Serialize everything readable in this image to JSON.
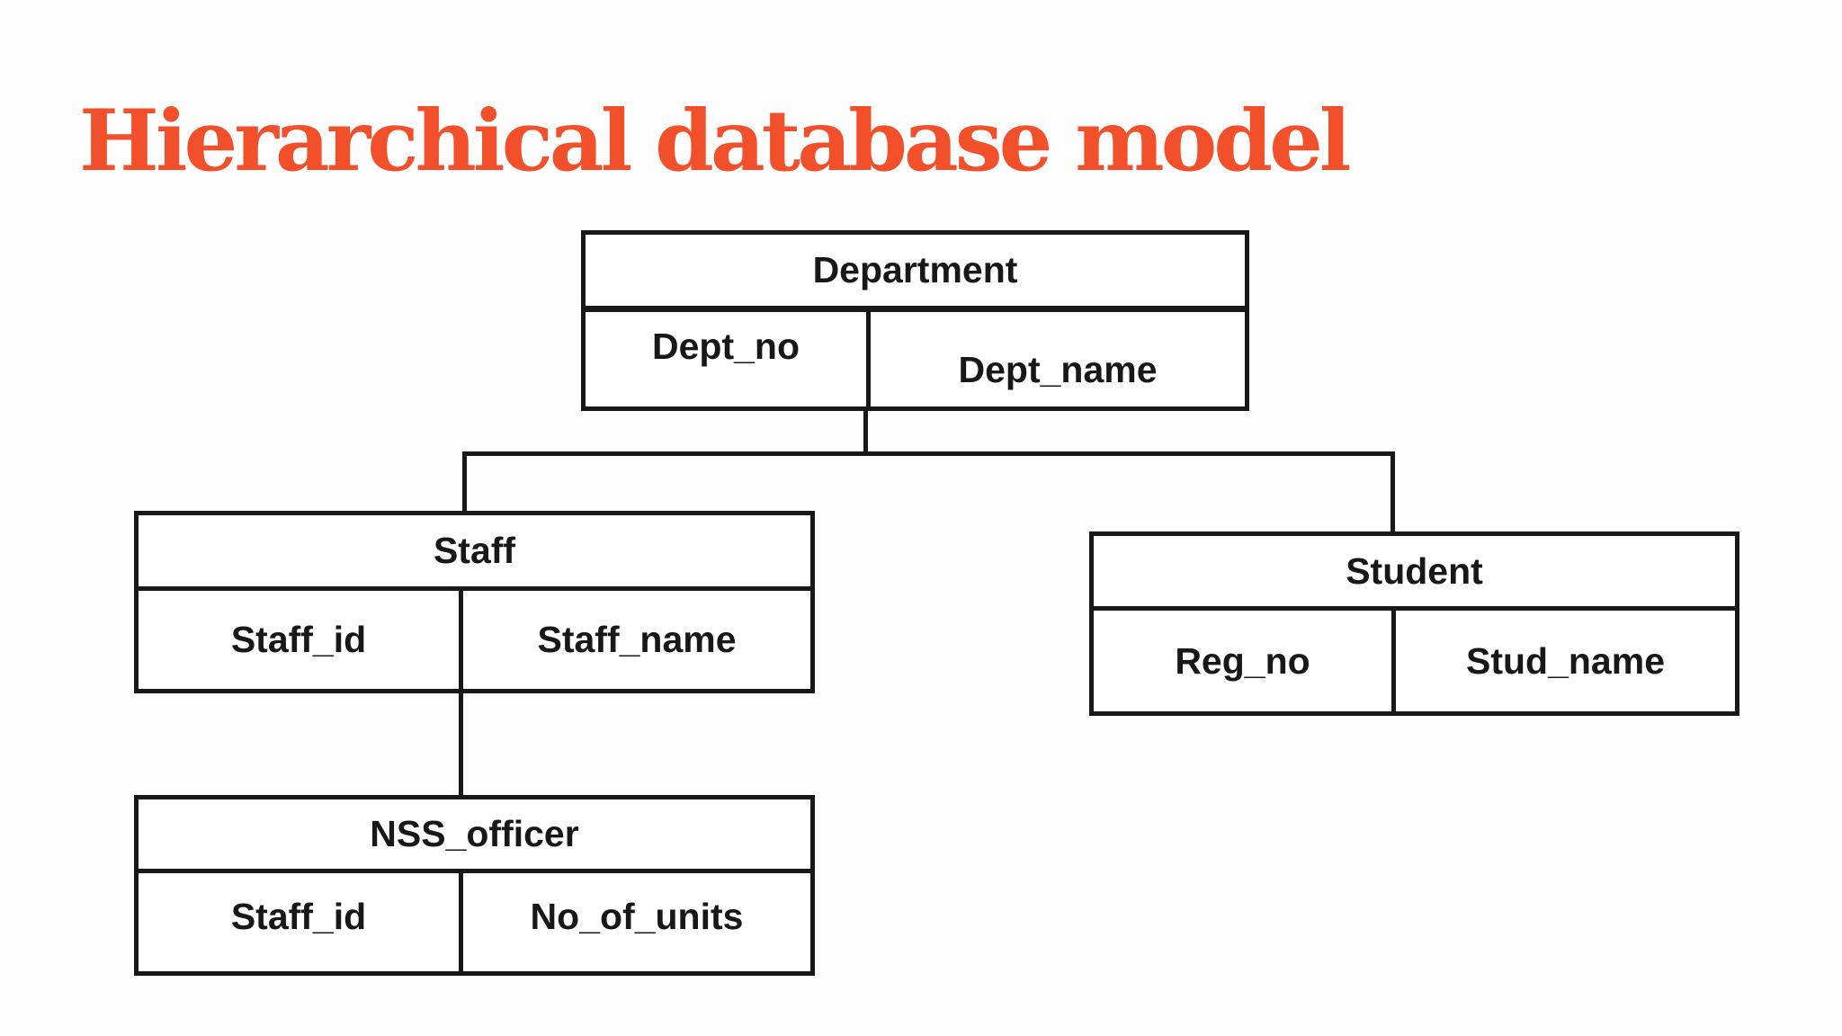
{
  "page": {
    "title": "Hierarchical database model",
    "title_color": "#f1502a",
    "background_color": "#fdfdfd",
    "line_color": "#181818"
  },
  "diagram": {
    "type": "hierarchical-tree",
    "entities": [
      {
        "id": "department",
        "name": "Department",
        "attributes": [
          "Dept_no",
          "Dept_name"
        ]
      },
      {
        "id": "staff",
        "name": "Staff",
        "attributes": [
          "Staff_id",
          "Staff_name"
        ]
      },
      {
        "id": "student",
        "name": "Student",
        "attributes": [
          "Reg_no",
          "Stud_name"
        ]
      },
      {
        "id": "nss_officer",
        "name": "NSS_officer",
        "attributes": [
          "Staff_id",
          "No_of_units"
        ]
      }
    ],
    "relationships": [
      {
        "parent": "Department",
        "child": "Staff"
      },
      {
        "parent": "Department",
        "child": "Student"
      },
      {
        "parent": "Staff",
        "child": "NSS_officer"
      }
    ]
  }
}
